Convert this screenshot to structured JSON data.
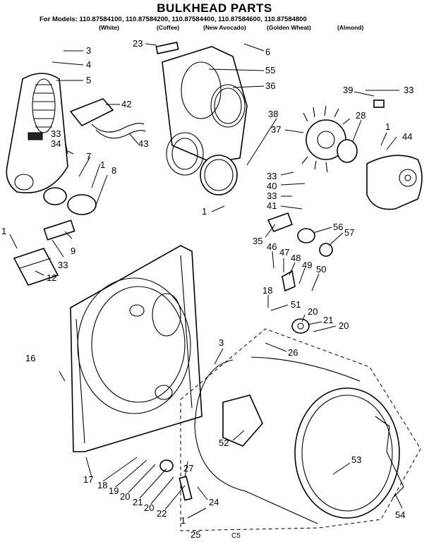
{
  "header": {
    "title": "BULKHEAD PARTS",
    "models": "For Models: 110.87584100, 110.87584200, 110.87584400, 110.87584600, 110.87584800",
    "variants": [
      "(White)",
      "(Coffee)",
      "(New Avocado)",
      "(Golden Wheat)",
      "(Almond)"
    ]
  },
  "callouts": [
    "3",
    "4",
    "5",
    "23",
    "6",
    "55",
    "36",
    "42",
    "43",
    "39",
    "33",
    "28",
    "38",
    "37",
    "1",
    "44",
    "33",
    "34",
    "7",
    "1",
    "8",
    "33",
    "40",
    "33",
    "41",
    "1",
    "1",
    "56",
    "57",
    "35",
    "46",
    "47",
    "48",
    "49",
    "50",
    "9",
    "33",
    "12",
    "18",
    "51",
    "20",
    "21",
    "20",
    "16",
    "3",
    "26",
    "52",
    "53",
    "27",
    "17",
    "18",
    "19",
    "20",
    "21",
    "20",
    "22",
    "24",
    "54",
    "1",
    "25"
  ],
  "footer_code": "C5"
}
